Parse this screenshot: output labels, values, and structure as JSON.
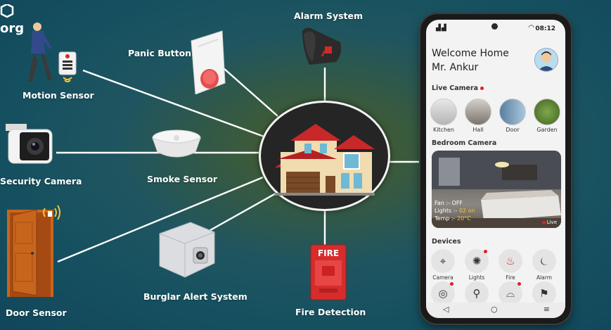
{
  "brand_fragment": "org",
  "devices": {
    "motion_sensor": "Motion Sensor",
    "panic_button": "Panic Button",
    "alarm_system": "Alarm System",
    "security_camera": "Security Camera",
    "smoke_sensor": "Smoke Sensor",
    "burglar_alert": "Burglar Alert System",
    "door_sensor": "Door Sensor",
    "fire_detection": "Fire Detection"
  },
  "phone": {
    "time": "08:12",
    "welcome_line1": "Welcome Home",
    "welcome_line2": "Mr. Ankur",
    "live_camera_label": "Live Camera",
    "rooms": [
      "Kitchen",
      "Hall",
      "Door",
      "Garden"
    ],
    "bedroom_camera_label": "Bedroom Camera",
    "fan_label": "Fan :- ",
    "fan_value": "OFF",
    "lights_label": "Lights :- ",
    "lights_value": "02 on",
    "temp_label": "Temp :- ",
    "temp_value": "20°C",
    "live_badge": "Live",
    "devices_label": "Devices",
    "device_tiles": [
      "Camera",
      "Lights",
      "Fire",
      "Alarm"
    ]
  },
  "colors": {
    "line": "#ffffff",
    "alarm_red": "#d22a2a",
    "door_orange": "#c8651d",
    "status_dot": "#dd2222"
  }
}
